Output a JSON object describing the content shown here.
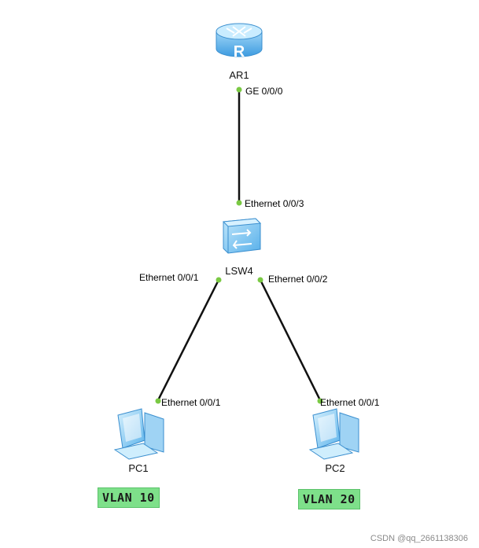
{
  "devices": {
    "router": {
      "name": "AR1",
      "icon": "router-icon",
      "badge": "R"
    },
    "switch": {
      "name": "LSW4",
      "icon": "switch-icon"
    },
    "pc1": {
      "name": "PC1",
      "icon": "pc-icon"
    },
    "pc2": {
      "name": "PC2",
      "icon": "pc-icon"
    }
  },
  "ports": {
    "router_ge": "GE 0/0/0",
    "switch_up": "Ethernet 0/0/3",
    "switch_p1": "Ethernet 0/0/1",
    "switch_p2": "Ethernet 0/0/2",
    "pc1_eth": "Ethernet 0/0/1",
    "pc2_eth": "Ethernet 0/0/1"
  },
  "vlans": {
    "left": "VLAN 10",
    "right": "VLAN 20"
  },
  "watermark": "CSDN @qq_2661138306",
  "colors": {
    "link": "#111111",
    "port_dot": "#7ac943",
    "vlan_bg": "#7ee08a",
    "device_blue": "#4aa6e8"
  }
}
